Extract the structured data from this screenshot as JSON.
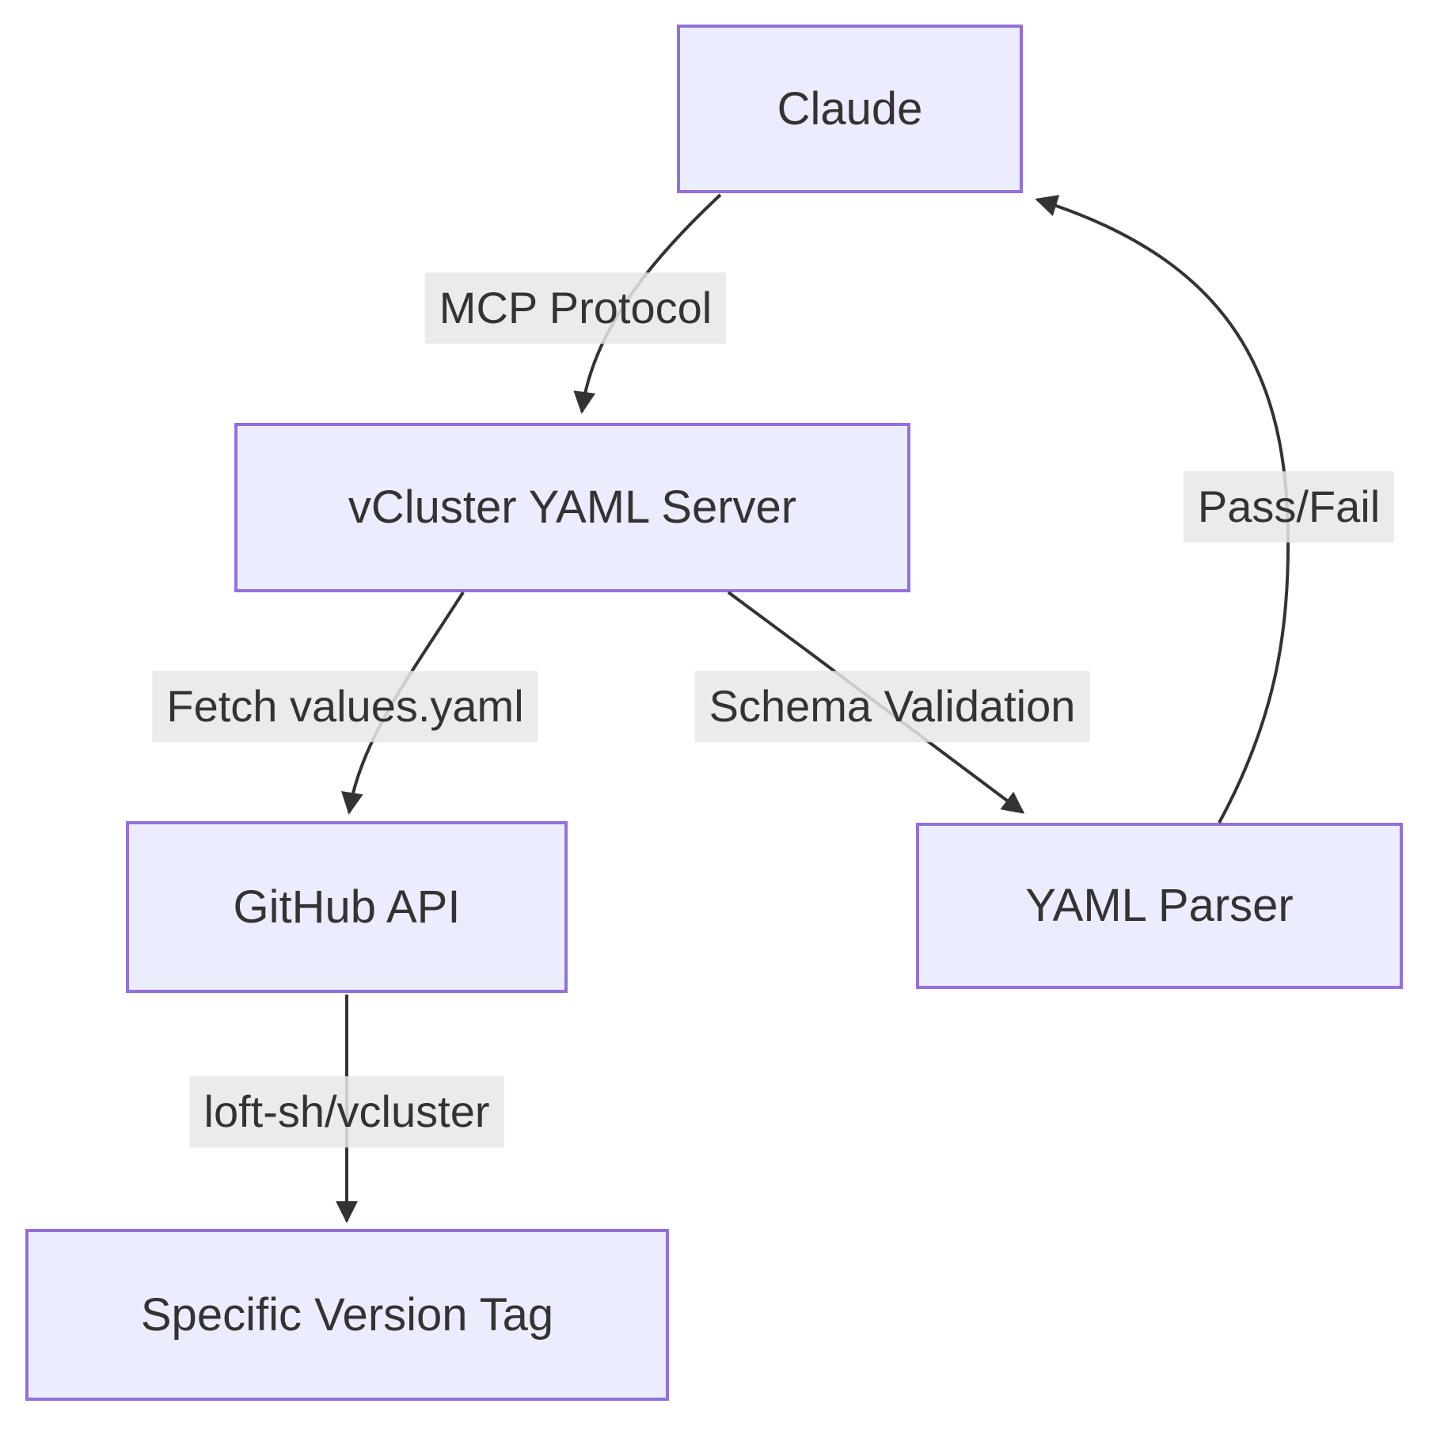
{
  "diagram": {
    "type": "flowchart",
    "direction": "top-down",
    "nodes": [
      {
        "id": "claude",
        "label": "Claude"
      },
      {
        "id": "server",
        "label": "vCluster YAML Server"
      },
      {
        "id": "github",
        "label": "GitHub API"
      },
      {
        "id": "parser",
        "label": "YAML Parser"
      },
      {
        "id": "version",
        "label": "Specific Version Tag"
      }
    ],
    "edges": [
      {
        "from": "claude",
        "to": "server",
        "label": "MCP Protocol"
      },
      {
        "from": "server",
        "to": "github",
        "label": "Fetch values.yaml"
      },
      {
        "from": "server",
        "to": "parser",
        "label": "Schema Validation"
      },
      {
        "from": "github",
        "to": "version",
        "label": "loft-sh/vcluster"
      },
      {
        "from": "parser",
        "to": "claude",
        "label": "Pass/Fail"
      }
    ],
    "colors": {
      "node_fill": "#ECECFF",
      "node_border": "#9370DB",
      "edge_stroke": "#333333",
      "edge_label_background": "#e8e8e8",
      "text": "#333333",
      "canvas_background": "#ffffff"
    }
  }
}
